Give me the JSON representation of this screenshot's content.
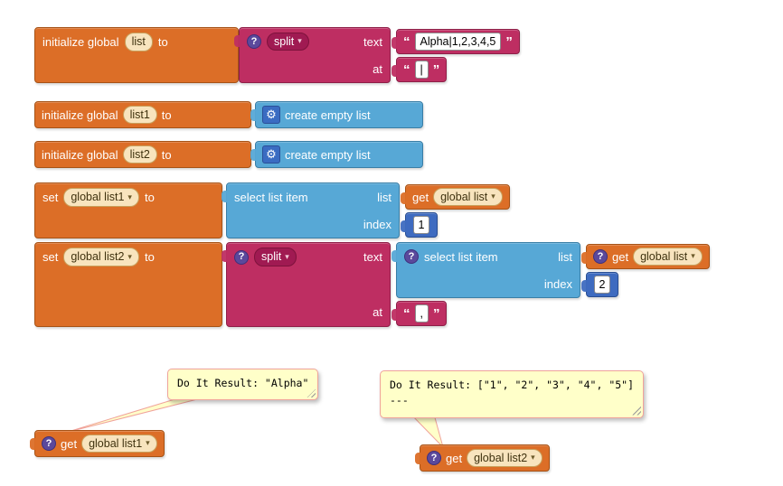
{
  "ui": {
    "qmark": "?",
    "gear": "⚙",
    "arrow": "▾",
    "quote_open": "“",
    "quote_close": "”"
  },
  "block1": {
    "init_label": "initialize global",
    "name": "list",
    "to_label": "to",
    "split_label": "split",
    "text_label": "text",
    "at_label": "at",
    "text_value": "Alpha|1,2,3,4,5",
    "at_value": "|"
  },
  "block2": {
    "init_label": "initialize global",
    "name": "list1",
    "to_label": "to",
    "create_label": "create empty list"
  },
  "block3": {
    "init_label": "initialize global",
    "name": "list2",
    "to_label": "to",
    "create_label": "create empty list"
  },
  "block4": {
    "set_label": "set",
    "var": "global list1",
    "to_label": "to",
    "select_label": "select list item",
    "list_label": "list",
    "index_label": "index",
    "get_label": "get",
    "get_var": "global list",
    "index_value": "1"
  },
  "block5": {
    "set_label": "set",
    "var": "global list2",
    "to_label": "to",
    "split_label": "split",
    "text_label": "text",
    "at_label": "at",
    "at_value": ",",
    "select_label": "select list item",
    "list_label": "list",
    "index_label": "index",
    "get_label": "get",
    "get_var": "global list",
    "index_value": "2"
  },
  "result1": {
    "bubble_text": "Do It Result: \"Alpha\"",
    "get_label": "get",
    "var": "global list1"
  },
  "result2": {
    "bubble_line1": "Do It Result: [\"1\", \"2\", \"3\", \"4\", \"5\"]",
    "bubble_line2": "---",
    "get_label": "get",
    "var": "global list2"
  }
}
